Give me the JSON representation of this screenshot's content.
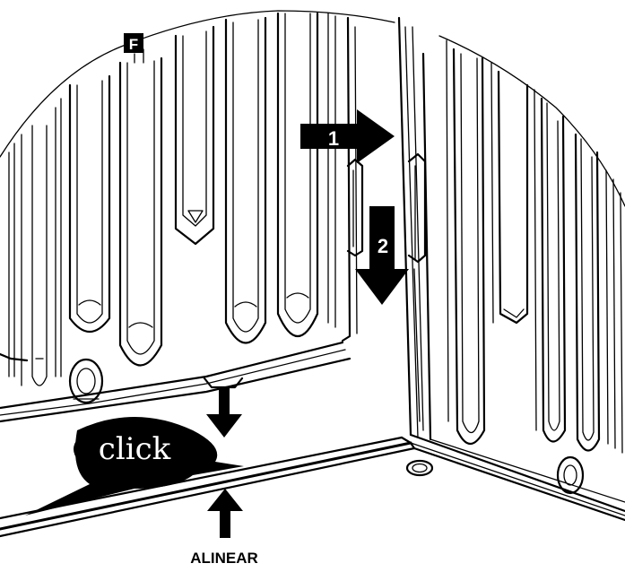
{
  "figure": {
    "panel_label": "F",
    "step_one_label": "1",
    "step_two_label": "2",
    "callout_text": "click",
    "caption": "ALINEAR"
  },
  "colors": {
    "ink": "#000000",
    "paper": "#ffffff"
  }
}
